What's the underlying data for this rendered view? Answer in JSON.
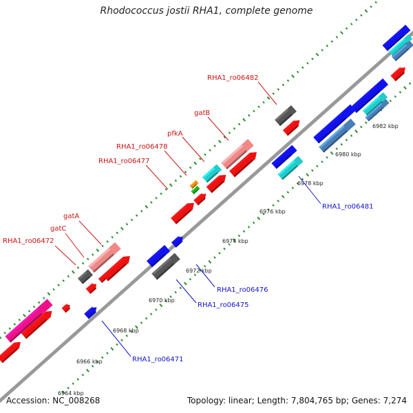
{
  "title": "Rhodococcus jostii RHA1, complete genome",
  "accession_text": "Accession: NC_008268",
  "summary_text": "Topology: linear; Length: 7,804,765 bp; Genes: 7,274",
  "colors": {
    "backbone": "#8a8a8a",
    "tick": "#2a8a2a",
    "tick_text": "#222222",
    "label_top": "#cc1111",
    "label_bottom": "#1111cc",
    "red": "#ee1111",
    "pink": "#f08888",
    "gray": "#555555",
    "cyan": "#22cccc",
    "blue": "#1111ee",
    "steelblue": "#4a7fb5",
    "magenta": "#ee1188",
    "orange": "#ee8811",
    "green": "#22aa22"
  },
  "kbp_labels": [
    "6964 kbp",
    "6966 kbp",
    "6968 kbp",
    "6970 kbp",
    "6972 kbp",
    "6974 kbp",
    "6976 kbp",
    "6978 kbp",
    "6980 kbp",
    "6982 kbp"
  ],
  "gene_labels_top": [
    "RHA1_ro06472",
    "gatC",
    "gatA",
    "RHA1_ro06477",
    "RHA1_ro06478",
    "pfkA",
    "gatB",
    "RHA1_ro06482"
  ],
  "gene_labels_bottom": [
    "RHA1_ro06471",
    "RHA1_ro06475",
    "RHA1_ro06476",
    "RHA1_ro06481"
  ]
}
